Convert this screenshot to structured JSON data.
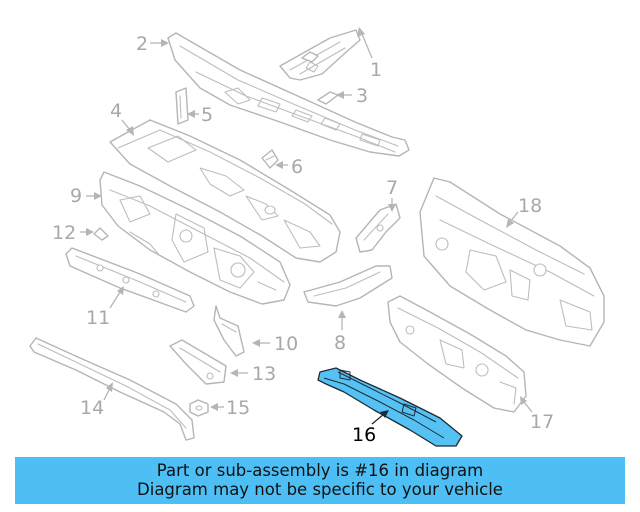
{
  "diagram": {
    "callouts": {
      "c1": "1",
      "c2": "2",
      "c3": "3",
      "c4": "4",
      "c5": "5",
      "c6": "6",
      "c7": "7",
      "c8": "8",
      "c9": "9",
      "c10": "10",
      "c11": "11",
      "c12": "12",
      "c13": "13",
      "c14": "14",
      "c15": "15",
      "c16": "16",
      "c17": "17",
      "c18": "18"
    },
    "highlighted_part": "16",
    "colors": {
      "highlight": "#56c2f4",
      "banner": "#4dbff5",
      "line_art": "#b5b5b5"
    }
  },
  "banner": {
    "line1": "Part or sub-assembly is #16 in diagram",
    "line2": "Diagram may not be specific to your vehicle"
  }
}
